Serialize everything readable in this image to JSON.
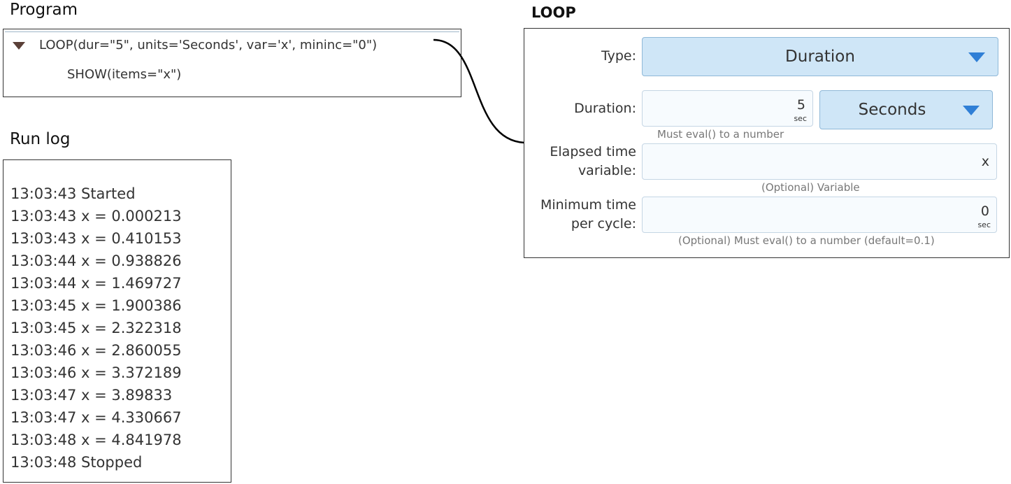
{
  "program": {
    "title": "Program",
    "loop_line": "LOOP(dur=\"5\", units='Seconds', var='x', mininc=\"0\")",
    "show_line": "SHOW(items=\"x\")"
  },
  "run_log": {
    "title": "Run log",
    "lines": [
      "13:03:43 Started",
      "13:03:43 x = 0.000213",
      "13:03:43 x = 0.410153",
      "13:03:44 x = 0.938826",
      "13:03:44 x = 1.469727",
      "13:03:45 x = 1.900386",
      "13:03:45 x = 2.322318",
      "13:03:46 x = 2.860055",
      "13:03:46 x = 3.372189",
      "13:03:47 x = 3.89833",
      "13:03:47 x = 4.330667",
      "13:03:48 x = 4.841978",
      "13:03:48 Stopped"
    ]
  },
  "loop_editor": {
    "title": "LOOP",
    "type": {
      "label": "Type:",
      "value": "Duration"
    },
    "duration": {
      "label": "Duration:",
      "value": "5",
      "unit": "sec",
      "units_dropdown": "Seconds",
      "hint": "Must eval() to a number"
    },
    "elapsed": {
      "label_line1": "Elapsed time",
      "label_line2": "variable:",
      "value": "x",
      "hint": "(Optional) Variable"
    },
    "min_time": {
      "label_line1": "Minimum time",
      "label_line2": "per cycle:",
      "value": "0",
      "unit": "sec",
      "hint": "(Optional) Must eval() to a number (default=0.1)"
    }
  },
  "colors": {
    "dropdown_bg": "#cfe6f7",
    "dropdown_arrow": "#2f7fd6",
    "collapse_arrow": "#5a4038"
  },
  "icons": {
    "collapse": "triangle-down-icon",
    "dropdown": "chevron-down-icon"
  }
}
